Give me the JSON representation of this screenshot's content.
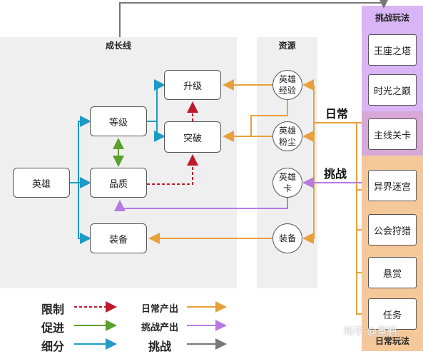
{
  "panels": {
    "growth_title": "成长线",
    "resource_title": "资源",
    "challenge_title": "挑战玩法",
    "daily_title": "日常玩法"
  },
  "growth_nodes": {
    "hero": "英雄",
    "level": "等级",
    "quality": "品质",
    "equipment": "装备",
    "upgrade": "升级",
    "breakthrough": "突破"
  },
  "resource_nodes": {
    "hero_exp": "英雄\n经验",
    "hero_dust": "英雄\n粉尘",
    "hero_card": "英雄\n卡",
    "equipment": "装备"
  },
  "modes": {
    "challenge": [
      "王座之塔",
      "时光之巅",
      "主线关卡"
    ],
    "daily": [
      "异界迷宫",
      "公会狩猎",
      "悬赏",
      "任务"
    ]
  },
  "flow_labels": {
    "daily": "日常",
    "challenge": "挑战"
  },
  "legend": {
    "limit": "限制",
    "promote": "促进",
    "subdivide": "细分",
    "daily_output": "日常产出",
    "challenge_output": "挑战产出",
    "challenge": "挑战"
  },
  "colors": {
    "limit": "#c0192b",
    "promote": "#5aa02c",
    "subdivide": "#1d9bc4",
    "daily_output": "#e8a03c",
    "challenge_output": "#b67ae0",
    "challenge": "#777777",
    "challenge_panel": "#d9b5f5",
    "daily_panel": "#f5c89a",
    "main_quest_band": "#d8a8d8"
  },
  "watermark": "知乎 @重鹏"
}
